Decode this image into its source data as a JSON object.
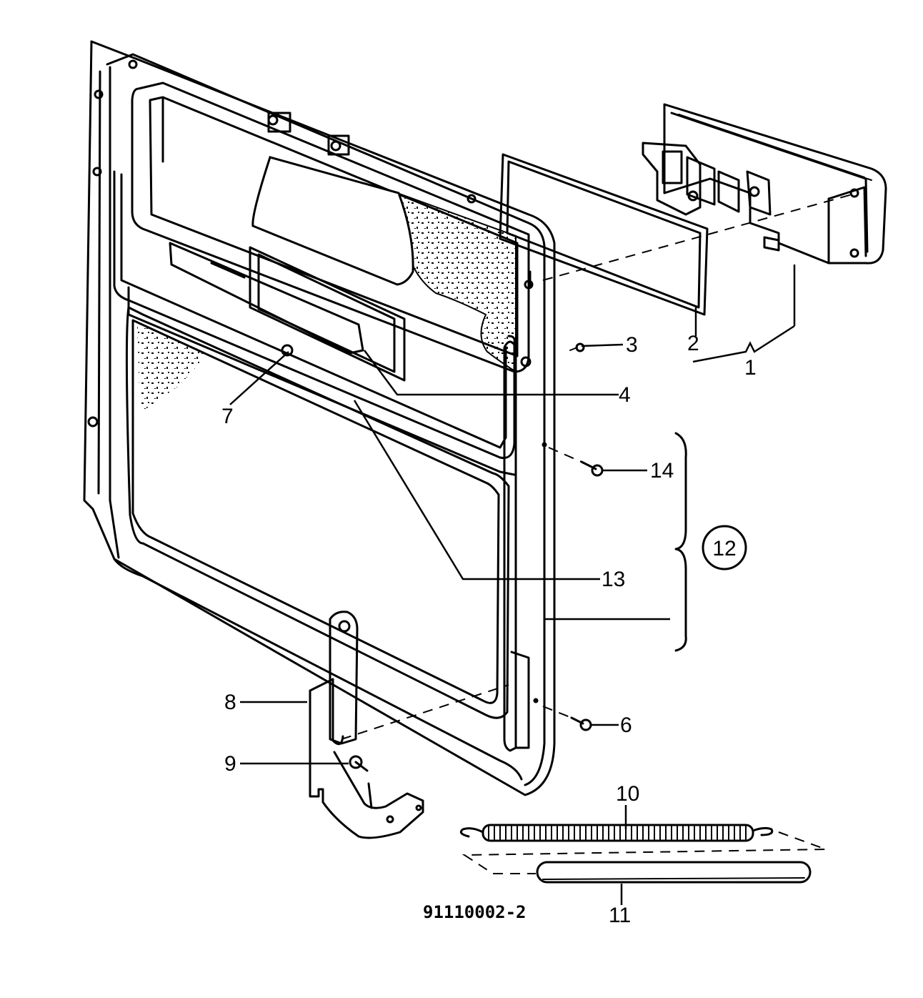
{
  "labels": {
    "l1": "1",
    "l2": "2",
    "l3": "3",
    "l4": "4",
    "l6": "6",
    "l7": "7",
    "l8": "8",
    "l9": "9",
    "l10": "10",
    "l11": "11",
    "l12": "12",
    "l13": "13",
    "l14": "14"
  },
  "figure_code": "91110002-2"
}
